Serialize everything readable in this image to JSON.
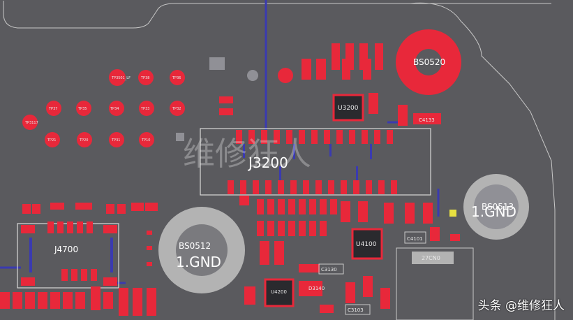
{
  "board": {
    "ref_labels": {
      "bs0520": "BS0520",
      "bs0512": "BS0512",
      "bs0513": "BS0513",
      "gnd_left": "1.GND",
      "gnd_right": "1.GND",
      "j3200": "J3200",
      "j4700": "J4700",
      "u3200": "U3200",
      "u4100": "U4100",
      "u4200": "U4200",
      "d3140": "D3140",
      "c3130": "C3130",
      "c3103": "C3103",
      "c4101": "C4101",
      "c4133": "C4133",
      "big_part": "27CN0"
    },
    "watermark": "维修狂人",
    "colors": {
      "board": "#5a5a5e",
      "pad": "#e8283a",
      "trace": "#3a3ab0",
      "outline": "#c8c8c8",
      "gnd": "#b3b3b3"
    }
  },
  "footer": {
    "credit": "头条 @维修狂人"
  }
}
